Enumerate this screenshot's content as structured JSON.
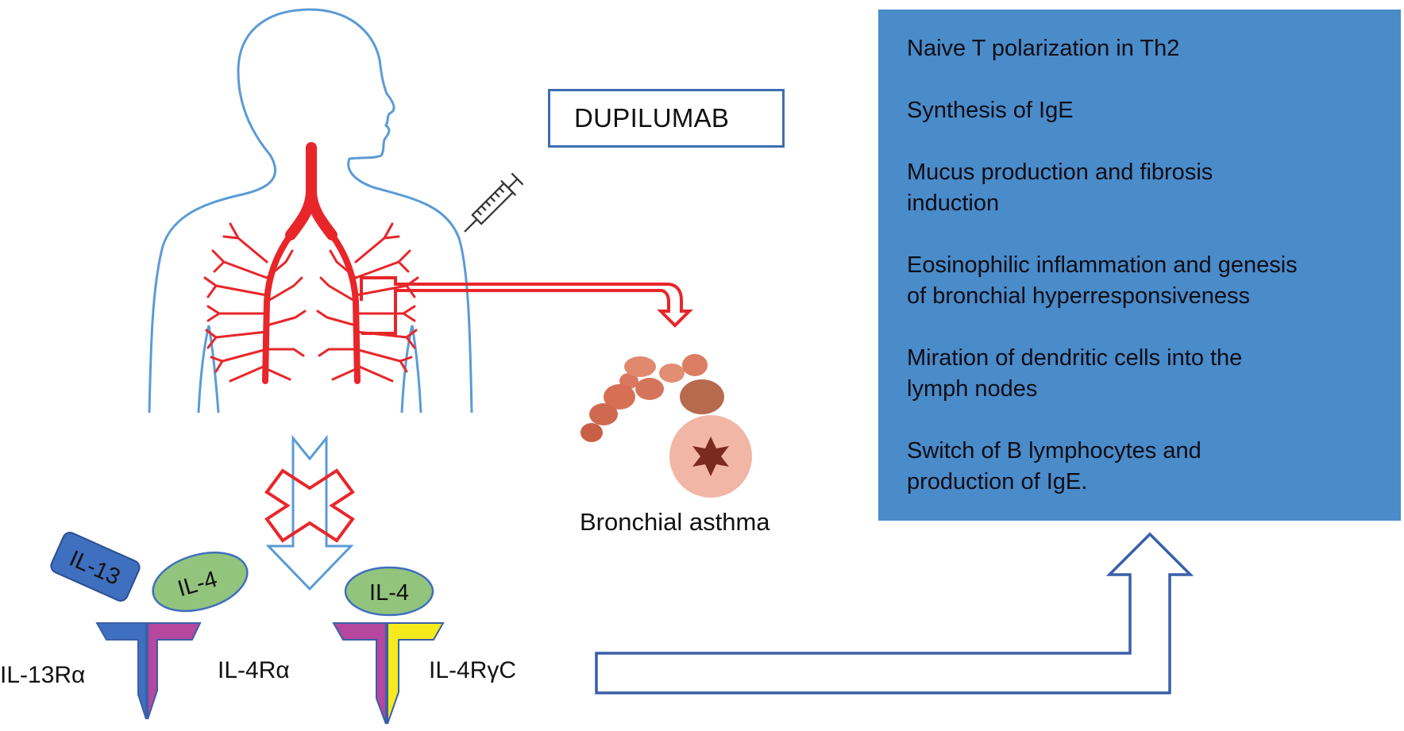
{
  "drug": {
    "name": "DUPILUMAB",
    "icon": "syringe-icon"
  },
  "outcome": {
    "label": "Bronchial asthma",
    "icon": "bronchus-illustration"
  },
  "effects_panel": {
    "color": "#4a8bca",
    "items": [
      "Naive T polarization in Th2",
      "Synthesis of IgE",
      "Mucus production and fibrosis\ninduction",
      "Eosinophilic inflammation and genesis\nof bronchial hyperresponsiveness",
      "Miration of dendritic cells into the\nlymph nodes",
      "Switch of B lymphocytes and\nproduction of IgE."
    ]
  },
  "cytokines": [
    {
      "name": "IL-13",
      "shape": "rounded-rectangle",
      "color": "#3f6fbf"
    },
    {
      "name": "IL-4",
      "shape": "ellipse",
      "color": "#93c47d"
    },
    {
      "name": "IL-4",
      "shape": "ellipse",
      "color": "#93c47d"
    }
  ],
  "receptors": [
    {
      "label": "IL-13Rα",
      "color": "#3f6fbf"
    },
    {
      "label": "IL-4Rα",
      "color": "#b5479f"
    },
    {
      "label": "IL-4RγC",
      "color": "#f4ea1c"
    }
  ],
  "colors": {
    "body_outline": "#5b9bd5",
    "airways": "#e8262a",
    "block_cross": "#e8262a",
    "connector_arrow": "#3a5fa8"
  }
}
